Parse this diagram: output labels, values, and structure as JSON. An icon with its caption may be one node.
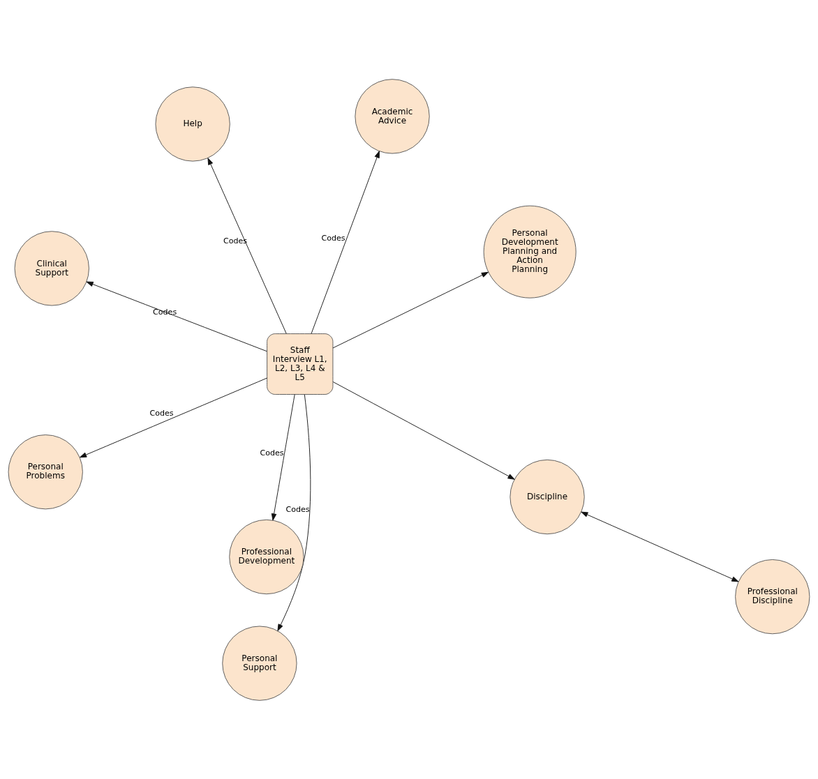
{
  "diagram": {
    "nodes": [
      {
        "text": [
          "Clinical Support"
        ]
      },
      {
        "text": [
          "Personal Development Planning and Action Planning"
        ]
      },
      {
        "text": [
          "Personal Support"
        ]
      },
      {
        "text": [
          "Help"
        ]
      },
      {
        "text": [
          "Academic Advice"
        ]
      },
      {
        "text": [
          "Staff Interview L1, L2, L3, L4 & L5"
        ]
      },
      {
        "text": [
          "Personal Problems"
        ]
      },
      {
        "text": [
          "Professional Discipline"
        ]
      },
      {
        "text": [
          "Professional Development"
        ]
      },
      {
        "text": [
          "Discipline"
        ]
      }
    ],
    "edges": [
      {
        "from": 5,
        "to": 0,
        "arrow": "to",
        "label": "Codes"
      },
      {
        "from": 5,
        "to": 1,
        "arrow": "to"
      },
      {
        "from": 5,
        "to": 2,
        "arrow": "to",
        "label": "Codes"
      },
      {
        "from": 5,
        "to": 3,
        "arrow": "to",
        "label": "Codes"
      },
      {
        "from": 5,
        "to": 4,
        "arrow": "to",
        "label": "Codes"
      },
      {
        "from": 5,
        "to": 6,
        "arrow": "to",
        "label": "Codes"
      },
      {
        "from": 5,
        "to": 8,
        "arrow": "to",
        "label": "Codes"
      },
      {
        "from": 5,
        "to": 9,
        "arrow": "to"
      },
      {
        "from": 9,
        "to": 7,
        "arrow": "both"
      }
    ]
  }
}
